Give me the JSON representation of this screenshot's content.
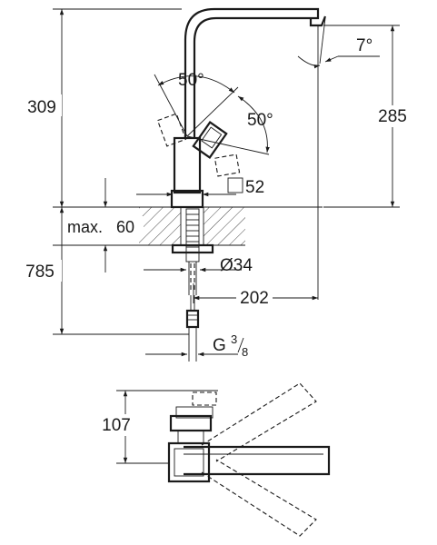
{
  "dimensions": {
    "overall_height": "309",
    "spout_height": "285",
    "swivel_left": "50°",
    "swivel_right": "50°",
    "spout_tilt": "7°",
    "body_square": "52",
    "max_thickness_label": "max.",
    "max_thickness_value": "60",
    "hose_length": "785",
    "hole_diameter": "Ø34",
    "reach": "202",
    "connection_prefix": "G",
    "connection_num": "3",
    "connection_den": "8",
    "plan_height": "107"
  },
  "icons": {
    "square": "square-section-icon",
    "arrow": "dimension-arrow-icon"
  }
}
